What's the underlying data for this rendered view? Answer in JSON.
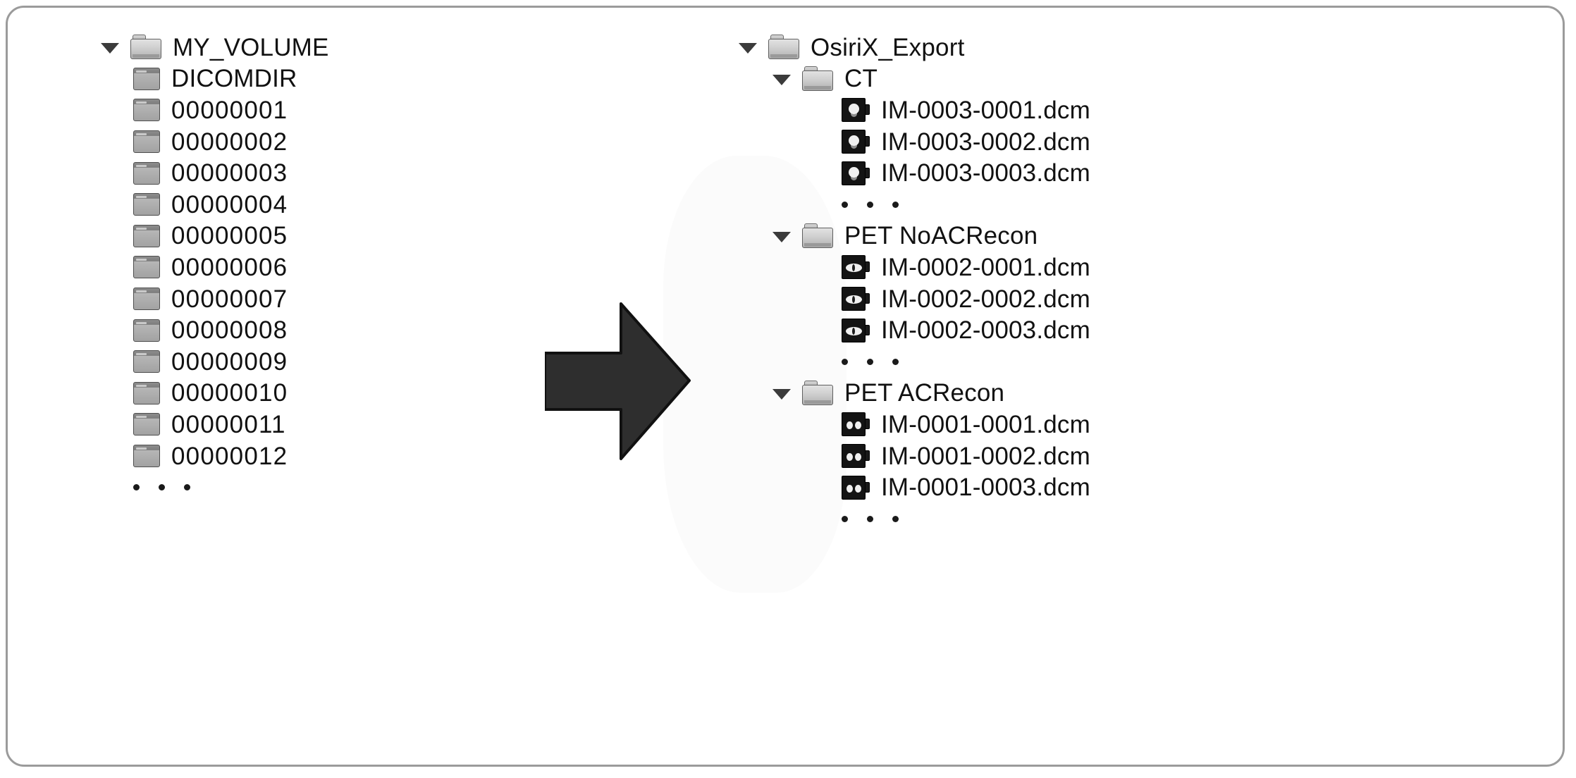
{
  "figure": {
    "type": "directory-tree-comparison",
    "arrow_direction": "right",
    "border_color": "#9b9b9b",
    "background_color": "#ffffff",
    "text_color": "#111111"
  },
  "left_tree": {
    "root": {
      "label": "MY_VOLUME",
      "icon": "folder-icon",
      "expanded": true,
      "disclosure": "triangle-down-icon"
    },
    "children": [
      {
        "label": "DICOMDIR",
        "icon": "file-icon"
      },
      {
        "label": "00000001",
        "icon": "file-icon"
      },
      {
        "label": "00000002",
        "icon": "file-icon"
      },
      {
        "label": "00000003",
        "icon": "file-icon"
      },
      {
        "label": "00000004",
        "icon": "file-icon"
      },
      {
        "label": "00000005",
        "icon": "file-icon"
      },
      {
        "label": "00000006",
        "icon": "file-icon"
      },
      {
        "label": "00000007",
        "icon": "file-icon"
      },
      {
        "label": "00000008",
        "icon": "file-icon"
      },
      {
        "label": "00000009",
        "icon": "file-icon"
      },
      {
        "label": "00000010",
        "icon": "file-icon"
      },
      {
        "label": "00000011",
        "icon": "file-icon"
      },
      {
        "label": "00000012",
        "icon": "file-icon"
      }
    ],
    "truncation": "..."
  },
  "right_tree": {
    "root": {
      "label": "OsiriX_Export",
      "icon": "folder-icon",
      "expanded": true,
      "disclosure": "triangle-down-icon"
    },
    "folders": [
      {
        "label": "CT",
        "icon": "folder-icon",
        "expanded": true,
        "disclosure": "triangle-down-icon",
        "icon_style": "icon-ct",
        "files": [
          {
            "label": "IM-0003-0001.dcm",
            "icon": "dicom-ct-thumbnail-icon"
          },
          {
            "label": "IM-0003-0002.dcm",
            "icon": "dicom-ct-thumbnail-icon"
          },
          {
            "label": "IM-0003-0003.dcm",
            "icon": "dicom-ct-thumbnail-icon"
          }
        ],
        "truncation": "..."
      },
      {
        "label": "PET NoACRecon",
        "icon": "folder-icon",
        "expanded": true,
        "disclosure": "triangle-down-icon",
        "icon_style": "icon-petnoac",
        "files": [
          {
            "label": "IM-0002-0001.dcm",
            "icon": "dicom-pet-noac-thumbnail-icon"
          },
          {
            "label": "IM-0002-0002.dcm",
            "icon": "dicom-pet-noac-thumbnail-icon"
          },
          {
            "label": "IM-0002-0003.dcm",
            "icon": "dicom-pet-noac-thumbnail-icon"
          }
        ],
        "truncation": "..."
      },
      {
        "label": "PET ACRecon",
        "icon": "folder-icon",
        "expanded": true,
        "disclosure": "triangle-down-icon",
        "icon_style": "icon-petac",
        "files": [
          {
            "label": "IM-0001-0001.dcm",
            "icon": "dicom-pet-ac-thumbnail-icon"
          },
          {
            "label": "IM-0001-0002.dcm",
            "icon": "dicom-pet-ac-thumbnail-icon"
          },
          {
            "label": "IM-0001-0003.dcm",
            "icon": "dicom-pet-ac-thumbnail-icon"
          }
        ],
        "truncation": "..."
      }
    ]
  }
}
